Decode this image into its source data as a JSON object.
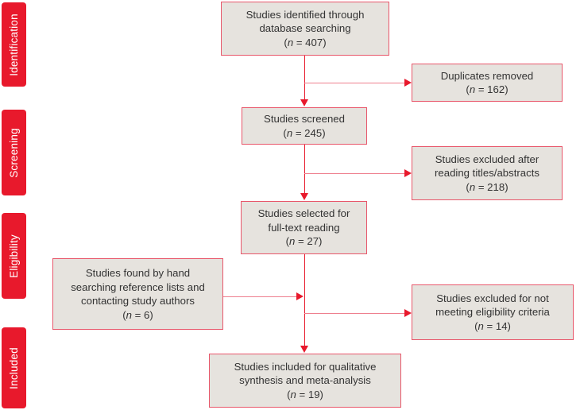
{
  "diagram": {
    "title": "PRISMA study selection flow diagram",
    "accent_color": "#E8192C",
    "box_fill": "#E6E3DE",
    "box_border": "#E8566A",
    "connector_color": "#EE7F8E"
  },
  "stages": [
    {
      "id": "identification",
      "label": "Identification"
    },
    {
      "id": "screening",
      "label": "Screening"
    },
    {
      "id": "eligibility",
      "label": "Eligibility"
    },
    {
      "id": "included",
      "label": "Included"
    }
  ],
  "boxes": {
    "identified": {
      "lines": [
        "Studies identified through",
        "database searching"
      ],
      "n_prefix": "(",
      "n_symbol": "n",
      "n_value": " = 407)"
    },
    "duplicates": {
      "lines": [
        "Duplicates removed"
      ],
      "n_prefix": "(",
      "n_symbol": "n",
      "n_value": " = 162)"
    },
    "screened": {
      "lines": [
        "Studies screened"
      ],
      "n_prefix": "(",
      "n_symbol": "n",
      "n_value": " = 245)"
    },
    "excluded_titles": {
      "lines": [
        "Studies excluded after",
        "reading titles/abstracts"
      ],
      "n_prefix": "(",
      "n_symbol": "n",
      "n_value": " = 218)"
    },
    "fulltext": {
      "lines": [
        "Studies selected for",
        "full-text reading"
      ],
      "n_prefix": "(",
      "n_symbol": "n",
      "n_value": " = 27)"
    },
    "handsearch": {
      "lines": [
        "Studies found by hand",
        "searching reference lists and",
        "contacting study authors"
      ],
      "n_prefix": "(",
      "n_symbol": "n",
      "n_value": " = 6)"
    },
    "excluded_eligibility": {
      "lines": [
        "Studies excluded for not",
        "meeting eligibility criteria"
      ],
      "n_prefix": "(",
      "n_symbol": "n",
      "n_value": " = 14)"
    },
    "included": {
      "lines": [
        "Studies included for qualitative",
        "synthesis and meta-analysis"
      ],
      "n_prefix": "(",
      "n_symbol": "n",
      "n_value": " = 19)"
    }
  }
}
